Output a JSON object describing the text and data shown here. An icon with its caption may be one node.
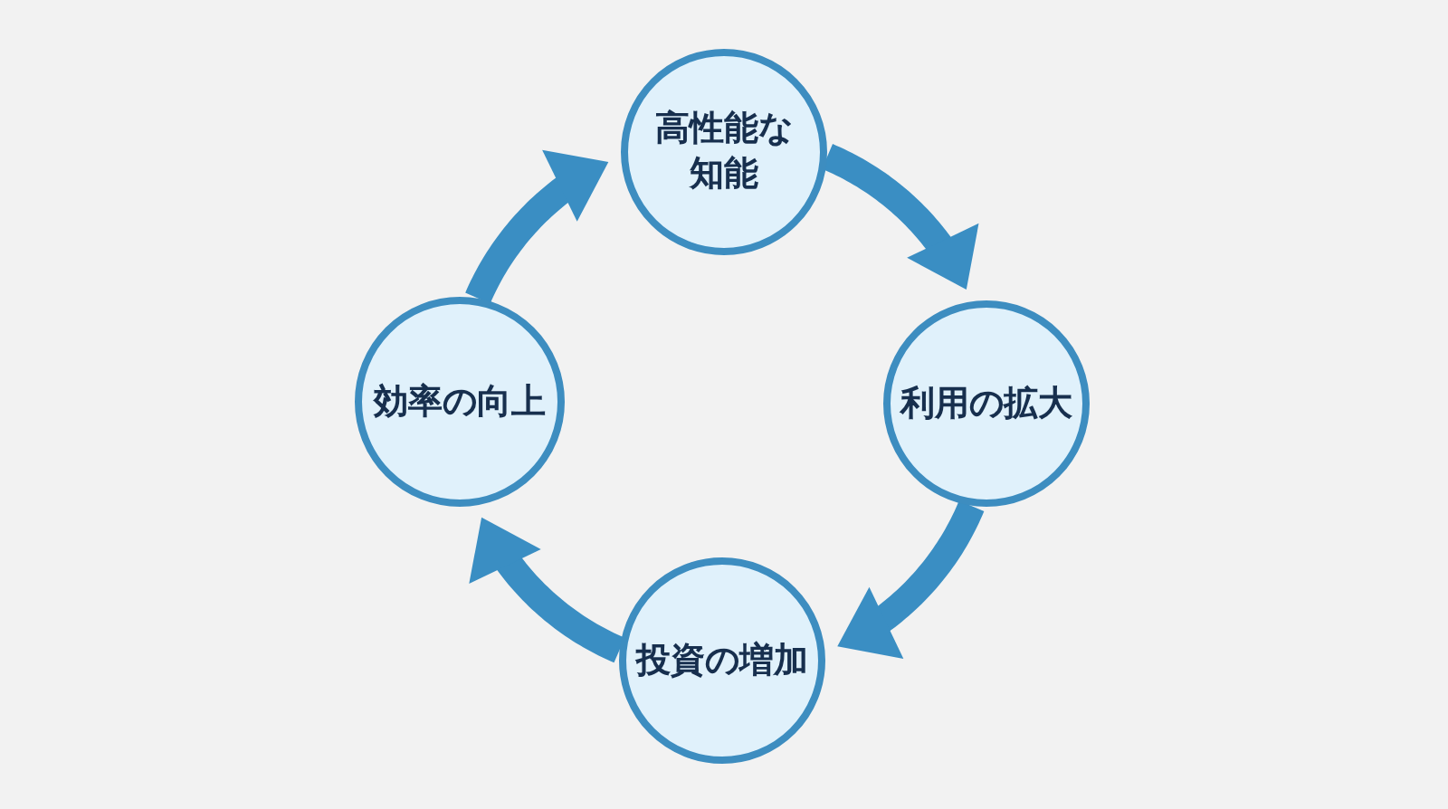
{
  "diagram": {
    "nodes": [
      {
        "text": [
          "高性能な知能"
        ]
      },
      {
        "text": [
          "効率の向上"
        ]
      },
      {
        "text": [
          "利用の拡大"
        ]
      },
      {
        "text": [
          "投資の増加"
        ]
      }
    ],
    "edges": [
      {
        "from": 0,
        "to": 2,
        "arrow": "to"
      },
      {
        "from": 2,
        "to": 3,
        "arrow": "to"
      },
      {
        "from": 3,
        "to": 1,
        "arrow": "to"
      },
      {
        "from": 1,
        "to": 0,
        "arrow": "to"
      }
    ]
  }
}
